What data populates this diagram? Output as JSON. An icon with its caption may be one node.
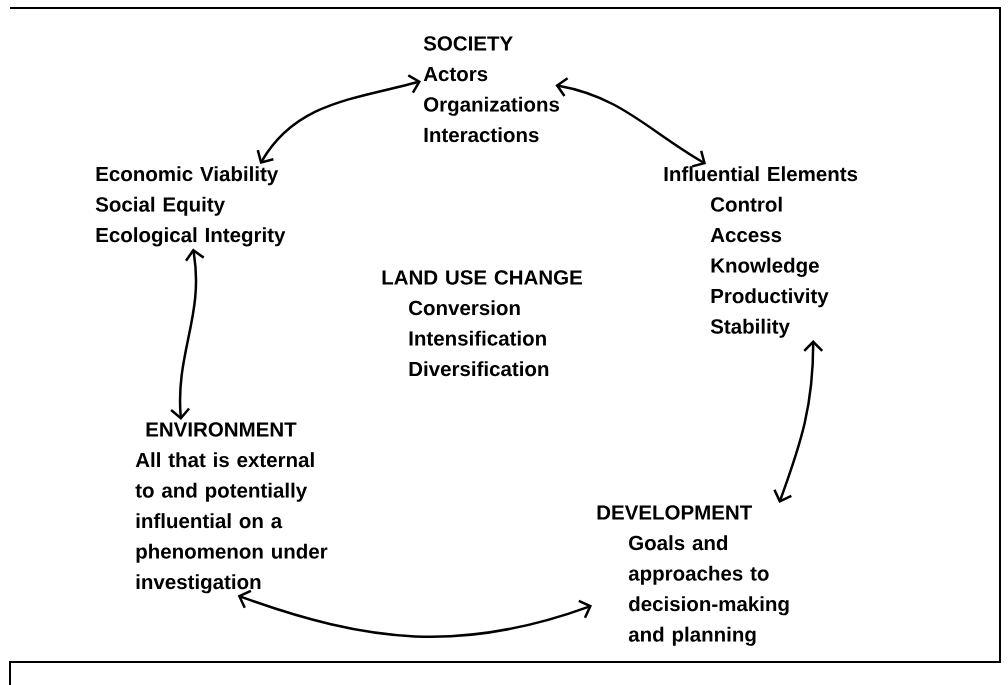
{
  "diagram": {
    "nodes": [
      {
        "text": [
          "SOCIETY",
          "Actors",
          "Organizations",
          "Interactions"
        ]
      },
      {
        "text": [
          "Influential Elements",
          "Control",
          "Access",
          "Knowledge",
          "Productivity",
          "Stability"
        ]
      },
      {
        "text": [
          "DEVELOPMENT",
          "Goals and approaches to decision-making and planning"
        ]
      },
      {
        "text": [
          "ENVIRONMENT",
          "All that is external to and potentially influential on a phenomenon under investigation"
        ]
      },
      {
        "text": [
          "Economic Viability",
          "Social Equity",
          "Ecological Integrity"
        ]
      },
      {
        "text": [
          "LAND USE CHANGE",
          "Conversion",
          "Intensification",
          "Diversification"
        ]
      }
    ],
    "edges": [
      {
        "from": 0,
        "to": 1,
        "arrow": "both"
      },
      {
        "from": 1,
        "to": 2,
        "arrow": "both"
      },
      {
        "from": 2,
        "to": 3,
        "arrow": "both"
      },
      {
        "from": 3,
        "to": 4,
        "arrow": "both"
      },
      {
        "from": 4,
        "to": 0,
        "arrow": "both"
      }
    ]
  }
}
